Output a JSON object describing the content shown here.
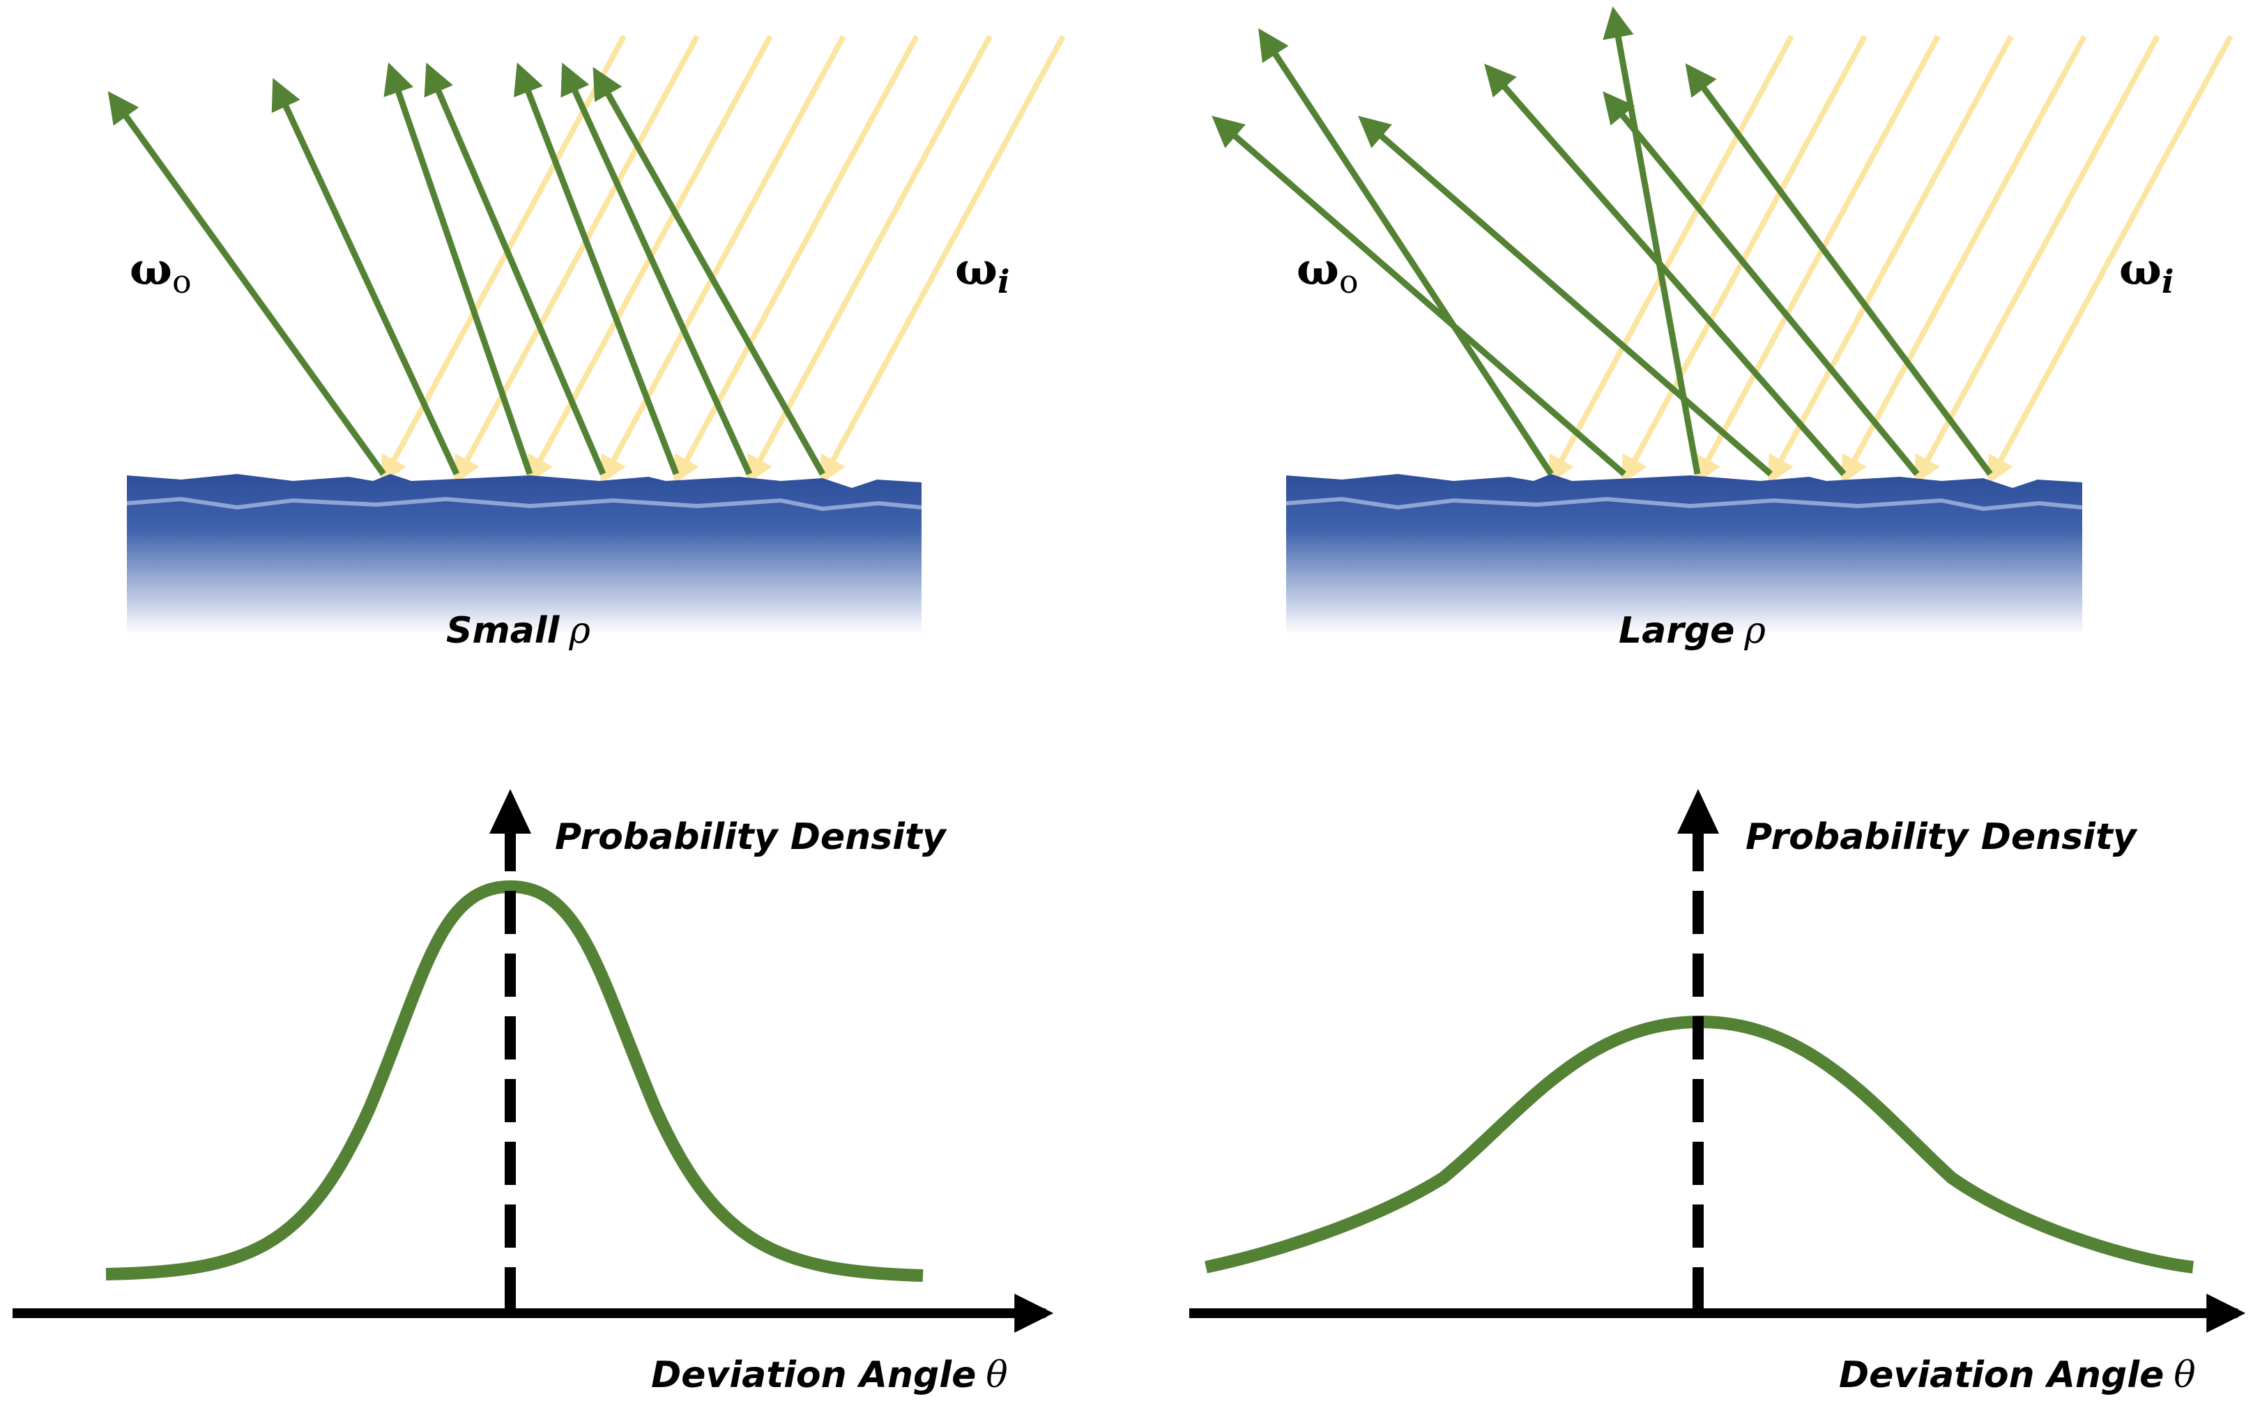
{
  "colors": {
    "reflected_ray": "#548235",
    "incident_ray": "#FBE5A0",
    "surface_top": "#2E4E9A",
    "surface_fade": "#FFFFFF",
    "axis": "#000000",
    "curve": "#548235"
  },
  "panels": {
    "small": {
      "omega_out": {
        "base": "ω",
        "sub": "o"
      },
      "omega_in": {
        "base": "ω",
        "sub": "i"
      },
      "surface_label": {
        "text": "Small",
        "symbol": "ρ"
      },
      "y_axis_label": "Probability Density",
      "x_axis_label": {
        "text": "Deviation Angle",
        "symbol": "θ"
      }
    },
    "large": {
      "omega_out": {
        "base": "ω",
        "sub": "o"
      },
      "omega_in": {
        "base": "ω",
        "sub": "i"
      },
      "surface_label": {
        "text": "Large",
        "symbol": "ρ"
      },
      "y_axis_label": "Probability Density",
      "x_axis_label": {
        "text": "Deviation Angle",
        "symbol": "θ"
      }
    }
  }
}
